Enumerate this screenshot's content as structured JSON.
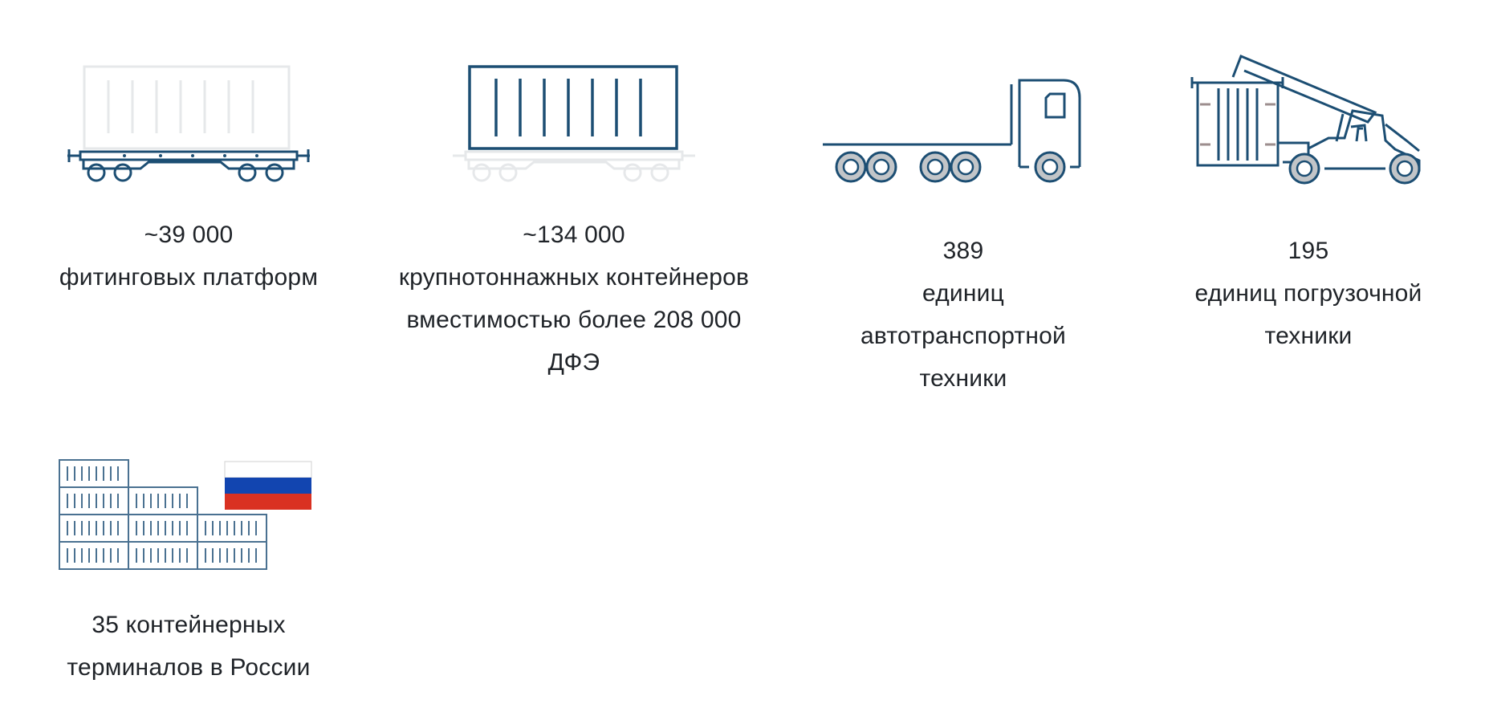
{
  "stats": [
    {
      "icon": "railcar-platform-icon",
      "lines": [
        "~39 000",
        "фитинговых платформ"
      ]
    },
    {
      "icon": "shipping-container-icon",
      "lines": [
        "~134 000",
        "крупнотоннажных контейнеров",
        "вместимостью более 208 000",
        "ДФЭ"
      ]
    },
    {
      "icon": "container-truck-icon",
      "lines": [
        "389",
        "единиц",
        "автотранспортной",
        "техники"
      ]
    },
    {
      "icon": "reach-stacker-icon",
      "lines": [
        "195",
        "единиц погрузочной",
        "техники"
      ]
    },
    {
      "icon": "container-terminal-russia-flag-icon",
      "lines": [
        "35 контейнерных",
        "терминалов в России"
      ]
    }
  ],
  "colors": {
    "icon_stroke": "#1c4e73",
    "faded_stroke": "#e6e8ea",
    "wheel_fill": "#c2c5c8",
    "flag_white": "#ffffff",
    "flag_blue": "#1245b0",
    "flag_red": "#d93122",
    "text": "#1f2328"
  }
}
